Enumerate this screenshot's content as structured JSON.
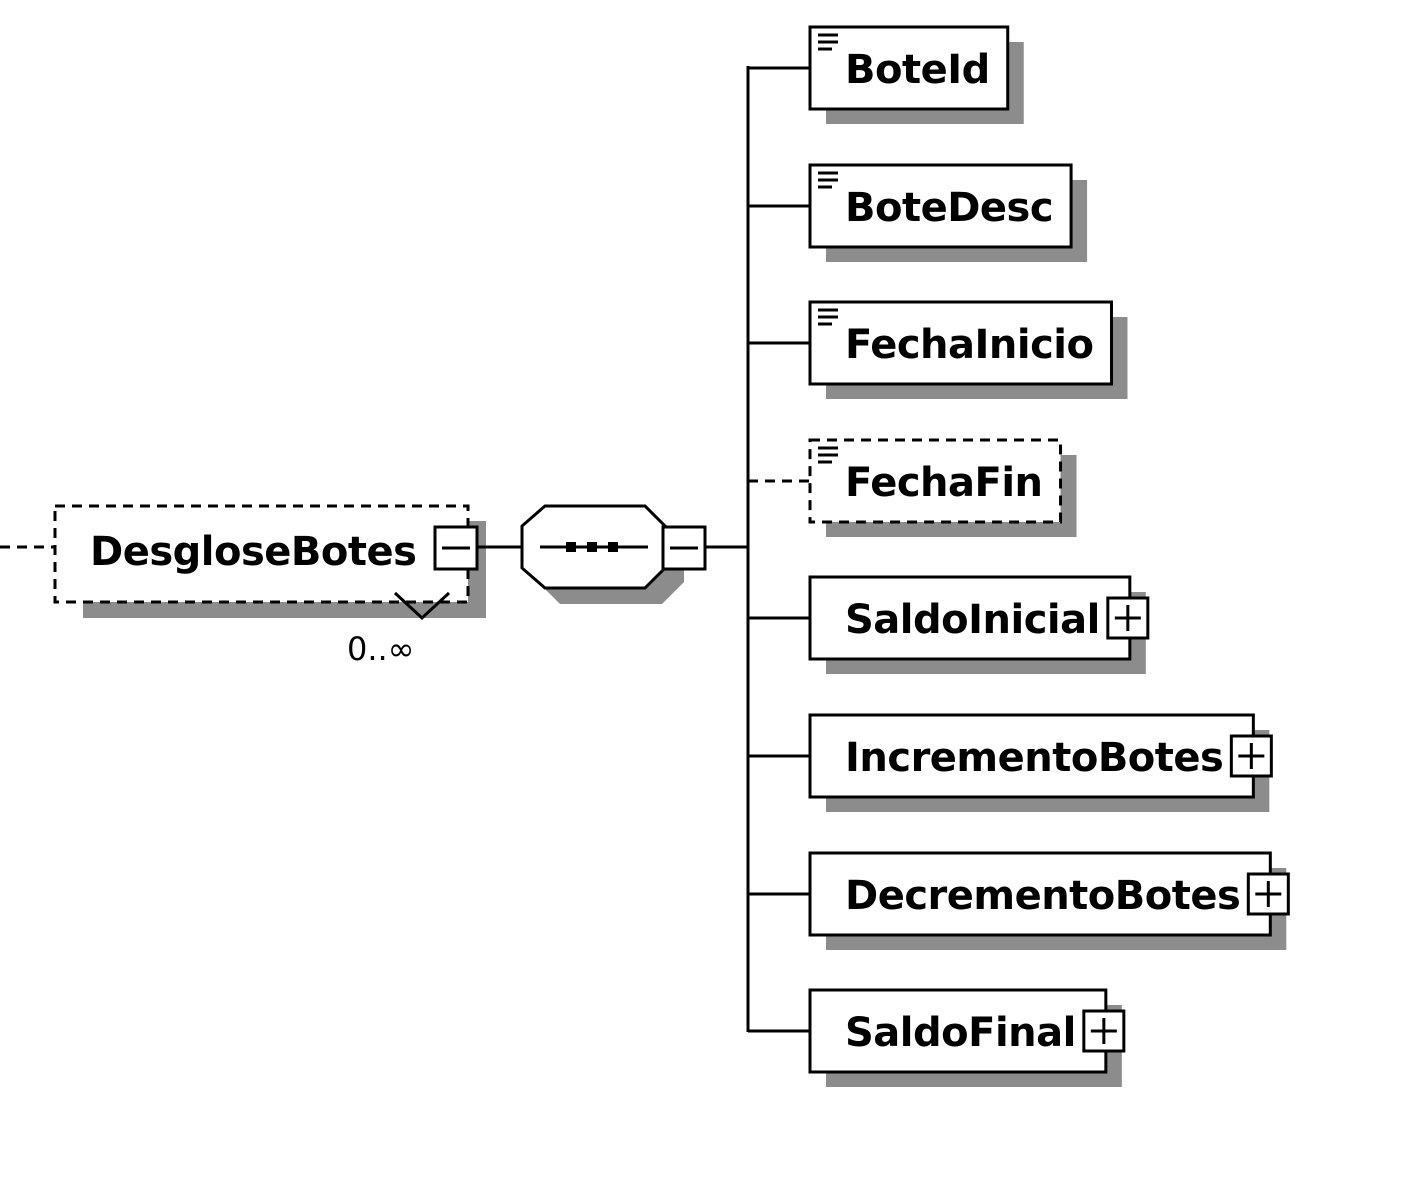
{
  "diagram": {
    "root": {
      "name": "DesgloseBotes",
      "occurrence": "0..∞",
      "optional": true,
      "expanded": true
    },
    "compositor": {
      "kind": "sequence",
      "expanded": true
    },
    "children": [
      {
        "name": "BoteId",
        "optional": false,
        "has_children": false,
        "simple_content": true
      },
      {
        "name": "BoteDesc",
        "optional": false,
        "has_children": false,
        "simple_content": true
      },
      {
        "name": "FechaInicio",
        "optional": false,
        "has_children": false,
        "simple_content": true
      },
      {
        "name": "FechaFin",
        "optional": true,
        "has_children": false,
        "simple_content": true
      },
      {
        "name": "SaldoInicial",
        "optional": false,
        "has_children": true,
        "simple_content": false
      },
      {
        "name": "IncrementoBotes",
        "optional": false,
        "has_children": true,
        "simple_content": false
      },
      {
        "name": "DecrementoBotes",
        "optional": false,
        "has_children": true,
        "simple_content": false
      },
      {
        "name": "SaldoFinal",
        "optional": false,
        "has_children": true,
        "simple_content": false
      }
    ],
    "colors": {
      "line": "#000000",
      "shadow": "#8c8c8c",
      "box_fill": "#ffffff"
    }
  }
}
